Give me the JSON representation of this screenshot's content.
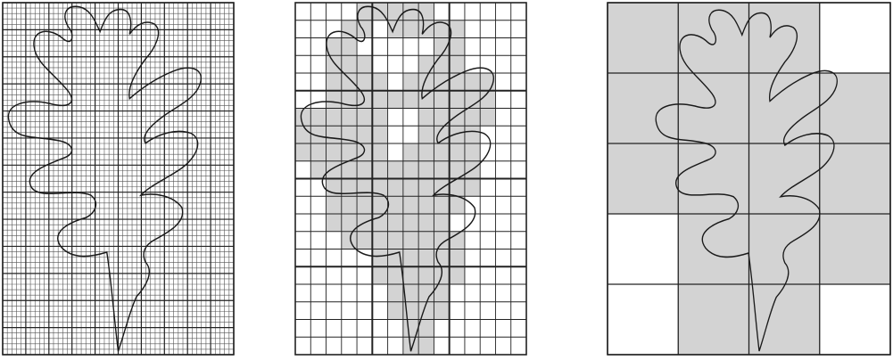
{
  "panels": [
    {
      "id": "fine",
      "cols": 10,
      "rows": 13,
      "subdiv": 5,
      "shaded": []
    },
    {
      "id": "medium",
      "cols": 15,
      "rows": 20,
      "subdiv": 1,
      "shaded": [
        [
          0,
          4
        ],
        [
          0,
          5
        ],
        [
          0,
          6
        ],
        [
          0,
          7
        ],
        [
          0,
          8
        ],
        [
          1,
          3
        ],
        [
          1,
          4
        ],
        [
          1,
          6
        ],
        [
          1,
          7
        ],
        [
          1,
          8
        ],
        [
          1,
          9
        ],
        [
          1,
          10
        ],
        [
          2,
          2
        ],
        [
          2,
          3
        ],
        [
          2,
          9
        ],
        [
          2,
          10
        ],
        [
          3,
          2
        ],
        [
          3,
          3
        ],
        [
          3,
          4
        ],
        [
          3,
          8
        ],
        [
          3,
          9
        ],
        [
          3,
          10
        ],
        [
          4,
          2
        ],
        [
          4,
          3
        ],
        [
          4,
          4
        ],
        [
          4,
          5
        ],
        [
          4,
          7
        ],
        [
          4,
          8
        ],
        [
          4,
          9
        ],
        [
          4,
          10
        ],
        [
          4,
          11
        ],
        [
          4,
          12
        ],
        [
          5,
          2
        ],
        [
          5,
          3
        ],
        [
          5,
          4
        ],
        [
          5,
          5
        ],
        [
          5,
          6
        ],
        [
          5,
          7
        ],
        [
          5,
          8
        ],
        [
          5,
          9
        ],
        [
          5,
          10
        ],
        [
          5,
          11
        ],
        [
          5,
          12
        ],
        [
          6,
          0
        ],
        [
          6,
          1
        ],
        [
          6,
          2
        ],
        [
          6,
          3
        ],
        [
          6,
          4
        ],
        [
          6,
          5
        ],
        [
          6,
          8
        ],
        [
          6,
          9
        ],
        [
          6,
          10
        ],
        [
          6,
          11
        ],
        [
          6,
          12
        ],
        [
          7,
          0
        ],
        [
          7,
          1
        ],
        [
          7,
          2
        ],
        [
          7,
          3
        ],
        [
          7,
          4
        ],
        [
          7,
          5
        ],
        [
          7,
          8
        ],
        [
          7,
          9
        ],
        [
          7,
          10
        ],
        [
          7,
          11
        ],
        [
          8,
          0
        ],
        [
          8,
          1
        ],
        [
          8,
          2
        ],
        [
          8,
          3
        ],
        [
          8,
          4
        ],
        [
          8,
          5
        ],
        [
          8,
          7
        ],
        [
          8,
          8
        ],
        [
          8,
          9
        ],
        [
          8,
          10
        ],
        [
          8,
          11
        ],
        [
          9,
          1
        ],
        [
          9,
          2
        ],
        [
          9,
          3
        ],
        [
          9,
          4
        ],
        [
          9,
          5
        ],
        [
          9,
          6
        ],
        [
          9,
          7
        ],
        [
          9,
          8
        ],
        [
          9,
          9
        ],
        [
          9,
          10
        ],
        [
          9,
          11
        ],
        [
          10,
          2
        ],
        [
          10,
          3
        ],
        [
          10,
          4
        ],
        [
          10,
          5
        ],
        [
          10,
          6
        ],
        [
          10,
          7
        ],
        [
          10,
          8
        ],
        [
          10,
          9
        ],
        [
          10,
          10
        ],
        [
          10,
          11
        ],
        [
          11,
          2
        ],
        [
          11,
          3
        ],
        [
          11,
          4
        ],
        [
          11,
          5
        ],
        [
          11,
          6
        ],
        [
          11,
          7
        ],
        [
          11,
          8
        ],
        [
          11,
          9
        ],
        [
          11,
          10
        ],
        [
          12,
          2
        ],
        [
          12,
          3
        ],
        [
          12,
          4
        ],
        [
          12,
          5
        ],
        [
          12,
          6
        ],
        [
          12,
          7
        ],
        [
          12,
          8
        ],
        [
          12,
          9
        ],
        [
          13,
          3
        ],
        [
          13,
          4
        ],
        [
          13,
          5
        ],
        [
          13,
          6
        ],
        [
          13,
          7
        ],
        [
          13,
          8
        ],
        [
          13,
          9
        ],
        [
          13,
          10
        ],
        [
          14,
          5
        ],
        [
          14,
          6
        ],
        [
          14,
          7
        ],
        [
          14,
          8
        ],
        [
          14,
          9
        ],
        [
          14,
          10
        ],
        [
          15,
          5
        ],
        [
          15,
          6
        ],
        [
          15,
          7
        ],
        [
          15,
          8
        ],
        [
          15,
          9
        ],
        [
          15,
          10
        ],
        [
          16,
          6
        ],
        [
          16,
          7
        ],
        [
          16,
          8
        ],
        [
          16,
          9
        ],
        [
          17,
          6
        ],
        [
          17,
          7
        ],
        [
          17,
          8
        ],
        [
          17,
          9
        ],
        [
          18,
          7
        ],
        [
          18,
          8
        ],
        [
          19,
          7
        ],
        [
          19,
          8
        ]
      ]
    },
    {
      "id": "coarse",
      "cols": 4,
      "rows": 5,
      "subdiv": 1,
      "shaded": [
        [
          0,
          0
        ],
        [
          0,
          1
        ],
        [
          0,
          2
        ],
        [
          1,
          0
        ],
        [
          1,
          1
        ],
        [
          1,
          2
        ],
        [
          1,
          3
        ],
        [
          2,
          0
        ],
        [
          2,
          1
        ],
        [
          2,
          2
        ],
        [
          2,
          3
        ],
        [
          3,
          1
        ],
        [
          3,
          2
        ],
        [
          3,
          3
        ],
        [
          4,
          1
        ],
        [
          4,
          2
        ]
      ]
    }
  ],
  "colors": {
    "shade": "#d3d3d3",
    "line_fine": "#555555",
    "line_major": "#222222",
    "outline": "#1a1a1a",
    "background": "#ffffff"
  }
}
